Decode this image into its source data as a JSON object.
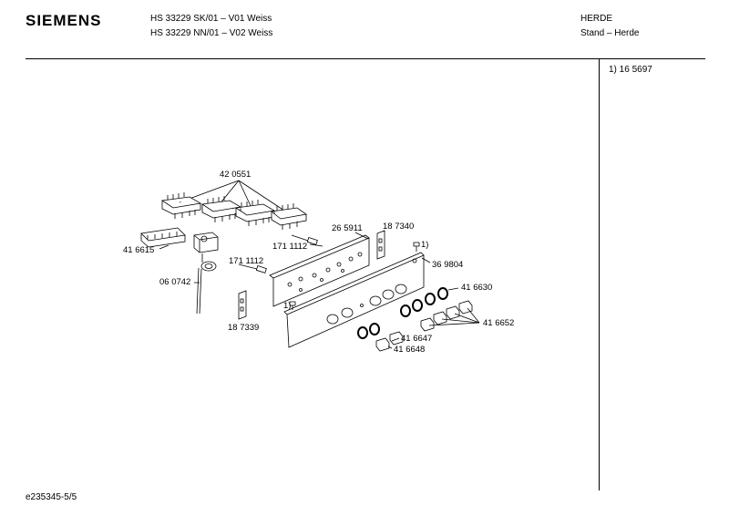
{
  "header": {
    "brand": "SIEMENS",
    "models": [
      "HS 33229 SK/01 – V01 Weiss",
      "HS 33229 NN/01 – V02 Weiss"
    ],
    "category": "HERDE",
    "subcategory": "Stand – Herde"
  },
  "notes": [
    "1)  16 5697"
  ],
  "parts": [
    {
      "id": "p420551",
      "label": "42 0551"
    },
    {
      "id": "p416615",
      "label": "41 6615"
    },
    {
      "id": "p171112a",
      "label": "171 1112"
    },
    {
      "id": "p171112b",
      "label": "171 1112"
    },
    {
      "id": "p265911",
      "label": "26 5911"
    },
    {
      "id": "p187340",
      "label": "18 7340"
    },
    {
      "id": "pnote1",
      "label": "1)"
    },
    {
      "id": "p369804",
      "label": "36 9804"
    },
    {
      "id": "p060742",
      "label": "06 0742"
    },
    {
      "id": "pnote2",
      "label": "1)"
    },
    {
      "id": "p187339",
      "label": "18 7339"
    },
    {
      "id": "p416630",
      "label": "41 6630"
    },
    {
      "id": "p416652",
      "label": "41 6652"
    },
    {
      "id": "p416647",
      "label": "41 6647"
    },
    {
      "id": "p416648",
      "label": "41 6648"
    }
  ],
  "footer": {
    "doc_id": "e235345-5/5"
  }
}
